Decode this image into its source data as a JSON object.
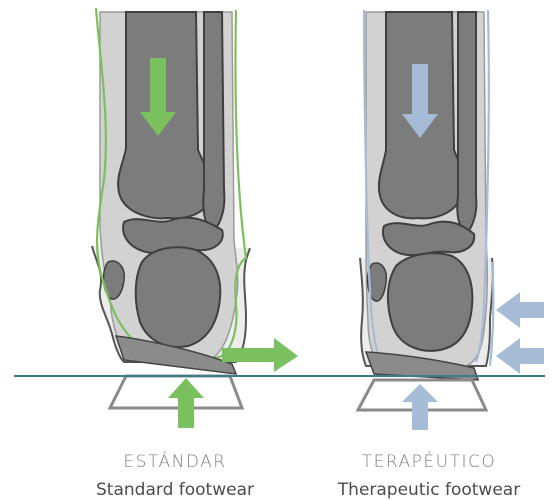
{
  "panels": [
    {
      "label_es": "ESTÁNDAR",
      "label_en": "Standard footwear",
      "accent": "#7bc05f"
    },
    {
      "label_es": "TERAPÉUTICO",
      "label_en": "Therapeutic footwear",
      "accent": "#a6bcd6"
    }
  ],
  "colors": {
    "bone_light": "#cfcfcf",
    "bone_dark": "#7a7a7a",
    "outline": "#4a4a4a",
    "ground": "#3d7a8c",
    "wedge": "#8a8a8a"
  }
}
